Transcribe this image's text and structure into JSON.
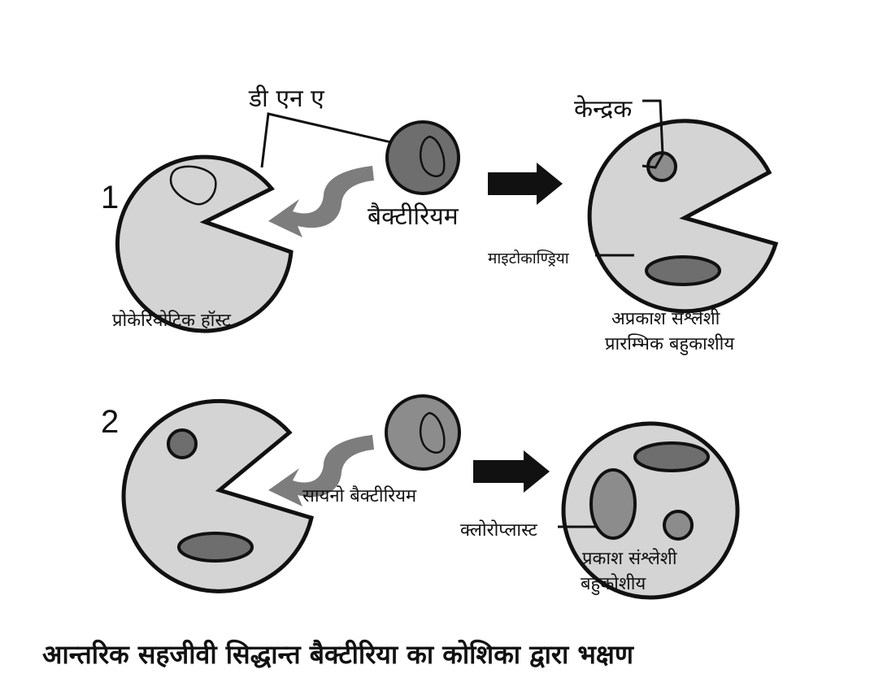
{
  "diagram": {
    "panels": [
      {
        "number": "1",
        "labels": {
          "dna": "डी एन ए",
          "bacterium": "बैक्टीरियम",
          "nucleus": "केन्द्रक",
          "mitochondria": "माइटोकाण्ड्रिया",
          "host": "प्रोकेरियोटिक हॉस्ट",
          "result_line1": "अप्रकाश संश्लेशी",
          "result_line2": "प्रारम्भिक बहुकाशीय"
        }
      },
      {
        "number": "2",
        "labels": {
          "bacterium": "सायनो बैक्टीरियम",
          "chloroplast": "क्लोरोप्लास्ट",
          "result_line1": "प्रकाश संश्लेशी",
          "result_line2": "बहुकोशीय"
        }
      }
    ],
    "caption": "आन्तरिक सहजीवी सिद्धान्त बैक्टीरिया का कोशिका द्वारा भक्षण",
    "colors": {
      "cell_fill": "#d4d4d4",
      "organelle_dark": "#6e6e6e",
      "organelle_mid": "#8c8c8c",
      "arrow_gray": "#7d7d7d",
      "outline": "#111111"
    }
  }
}
